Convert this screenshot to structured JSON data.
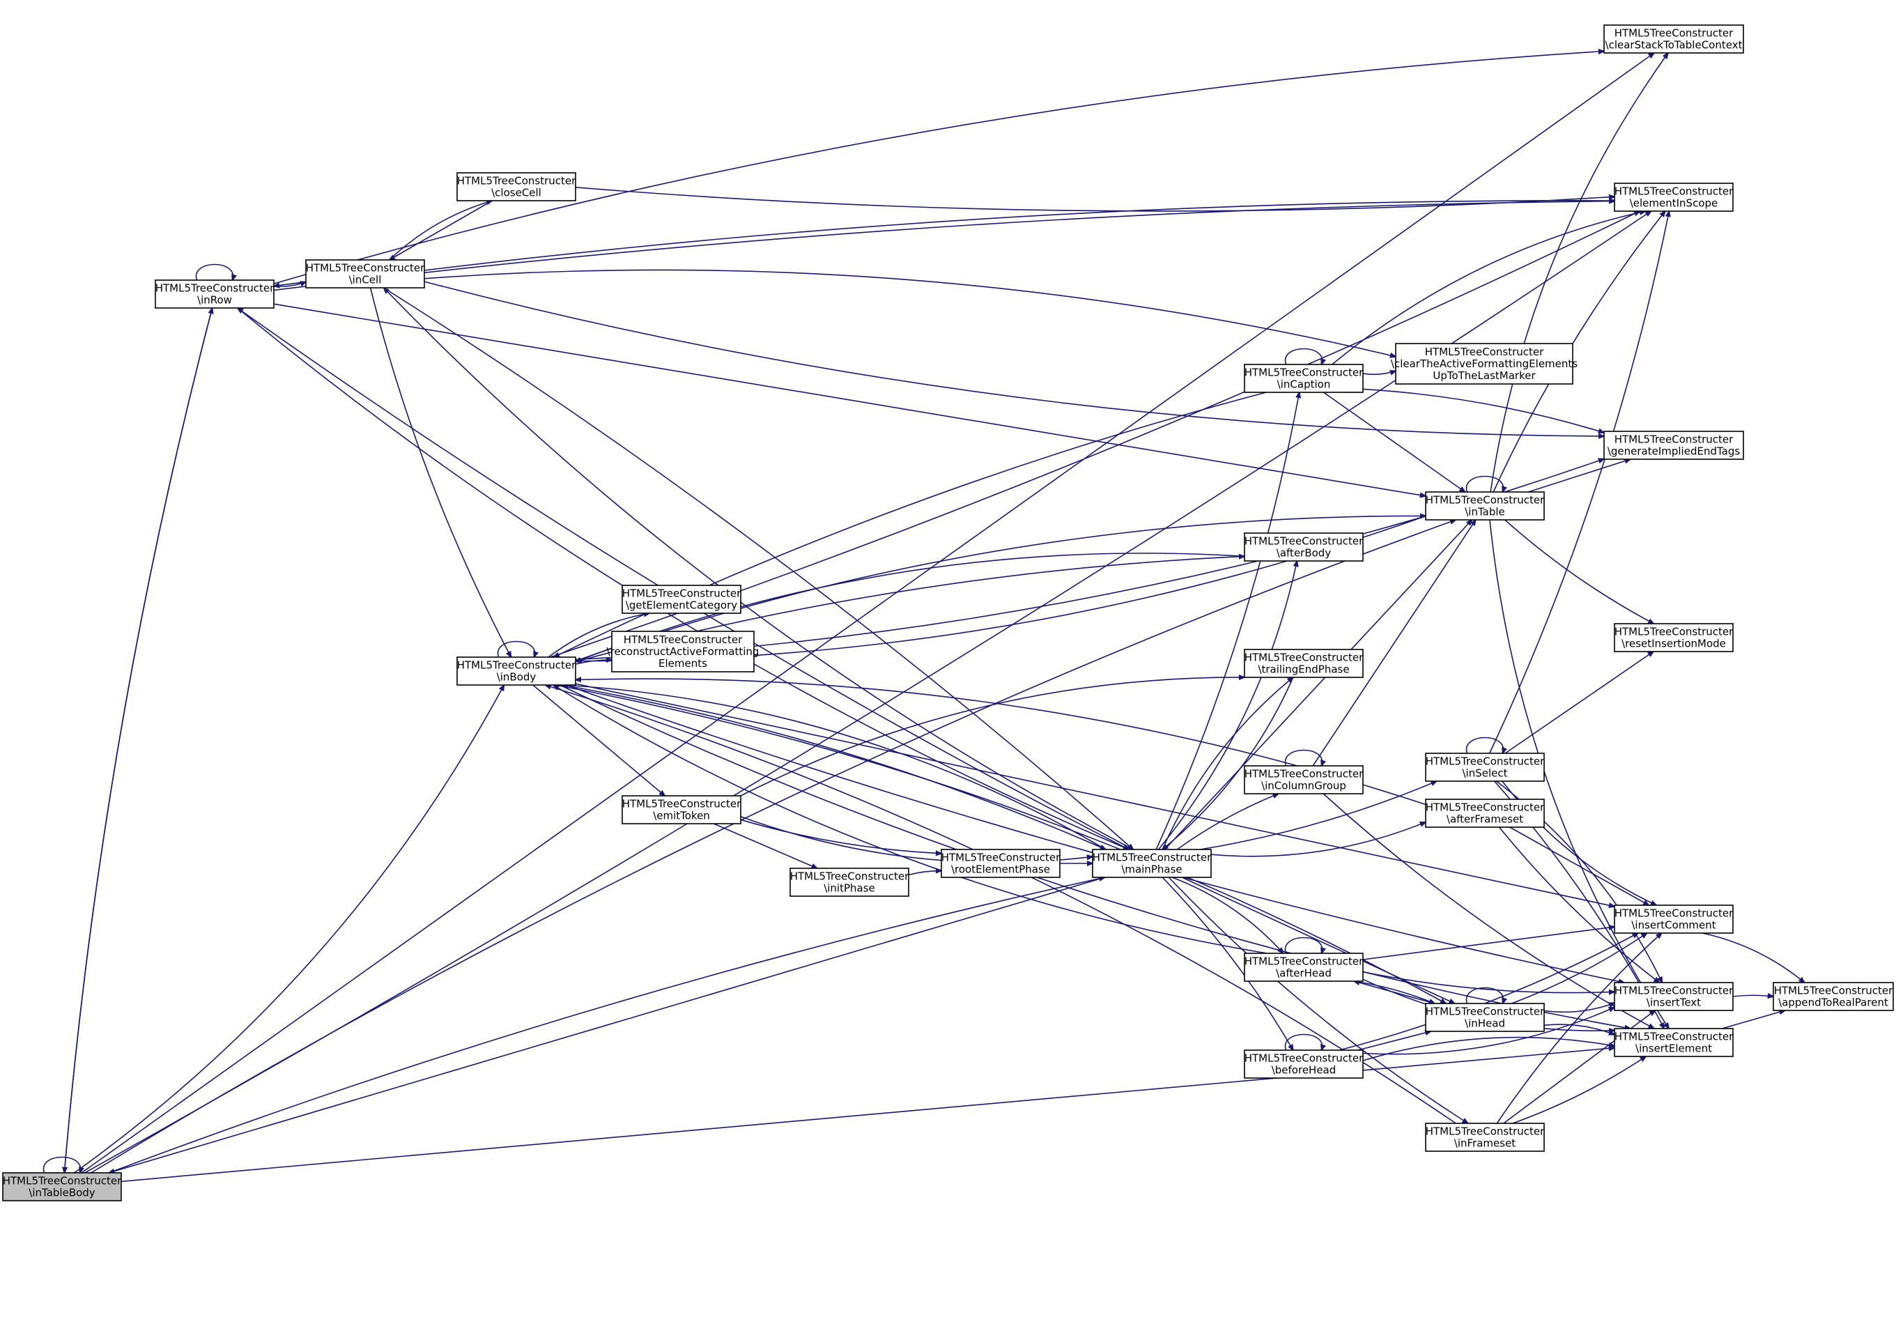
{
  "diagram": {
    "colors": {
      "edge": "#191970",
      "node_border": "#000000",
      "node_fill": "#ffffff",
      "highlight_fill": "#bfbfbf"
    },
    "nodes": [
      {
        "id": "inTableBody",
        "line1": "HTML5TreeConstructer",
        "line2": "\\inTableBody",
        "highlight": true
      },
      {
        "id": "inRow",
        "line1": "HTML5TreeConstructer",
        "line2": "\\inRow"
      },
      {
        "id": "inCell",
        "line1": "HTML5TreeConstructer",
        "line2": "\\inCell"
      },
      {
        "id": "closeCell",
        "line1": "HTML5TreeConstructer",
        "line2": "\\closeCell"
      },
      {
        "id": "inBody",
        "line1": "HTML5TreeConstructer",
        "line2": "\\inBody"
      },
      {
        "id": "getElementCategory",
        "line1": "HTML5TreeConstructer",
        "line2": "\\getElementCategory"
      },
      {
        "id": "reconstructActiveFormattingElements",
        "line1": "HTML5TreeConstructer",
        "line2": "\\reconstructActiveFormatting",
        "line3": "Elements"
      },
      {
        "id": "emitToken",
        "line1": "HTML5TreeConstructer",
        "line2": "\\emitToken"
      },
      {
        "id": "initPhase",
        "line1": "HTML5TreeConstructer",
        "line2": "\\initPhase"
      },
      {
        "id": "rootElementPhase",
        "line1": "HTML5TreeConstructer",
        "line2": "\\rootElementPhase"
      },
      {
        "id": "mainPhase",
        "line1": "HTML5TreeConstructer",
        "line2": "\\mainPhase"
      },
      {
        "id": "inCaption",
        "line1": "HTML5TreeConstructer",
        "line2": "\\inCaption"
      },
      {
        "id": "afterBody",
        "line1": "HTML5TreeConstructer",
        "line2": "\\afterBody"
      },
      {
        "id": "trailingEndPhase",
        "line1": "HTML5TreeConstructer",
        "line2": "\\trailingEndPhase"
      },
      {
        "id": "inColumnGroup",
        "line1": "HTML5TreeConstructer",
        "line2": "\\inColumnGroup"
      },
      {
        "id": "afterHead",
        "line1": "HTML5TreeConstructer",
        "line2": "\\afterHead"
      },
      {
        "id": "beforeHead",
        "line1": "HTML5TreeConstructer",
        "line2": "\\beforeHead"
      },
      {
        "id": "clearTheActiveFormattingElementsUpToTheLastMarker",
        "line1": "HTML5TreeConstructer",
        "line2": "\\clearTheActiveFormattingElements",
        "line3": "UpToTheLastMarker"
      },
      {
        "id": "inTable",
        "line1": "HTML5TreeConstructer",
        "line2": "\\inTable"
      },
      {
        "id": "inSelect",
        "line1": "HTML5TreeConstructer",
        "line2": "\\inSelect"
      },
      {
        "id": "afterFrameset",
        "line1": "HTML5TreeConstructer",
        "line2": "\\afterFrameset"
      },
      {
        "id": "inHead",
        "line1": "HTML5TreeConstructer",
        "line2": "\\inHead"
      },
      {
        "id": "inFrameset",
        "line1": "HTML5TreeConstructer",
        "line2": "\\inFrameset"
      },
      {
        "id": "clearStackToTableContext",
        "line1": "HTML5TreeConstructer",
        "line2": "\\clearStackToTableContext"
      },
      {
        "id": "elementInScope",
        "line1": "HTML5TreeConstructer",
        "line2": "\\elementInScope"
      },
      {
        "id": "generateImpliedEndTags",
        "line1": "HTML5TreeConstructer",
        "line2": "\\generateImpliedEndTags"
      },
      {
        "id": "resetInsertionMode",
        "line1": "HTML5TreeConstructer",
        "line2": "\\resetInsertionMode"
      },
      {
        "id": "insertComment",
        "line1": "HTML5TreeConstructer",
        "line2": "\\insertComment"
      },
      {
        "id": "insertText",
        "line1": "HTML5TreeConstructer",
        "line2": "\\insertText"
      },
      {
        "id": "insertElement",
        "line1": "HTML5TreeConstructer",
        "line2": "\\insertElement"
      },
      {
        "id": "appendToRealParent",
        "line1": "HTML5TreeConstructer",
        "line2": "\\appendToRealParent"
      }
    ],
    "edges": [
      [
        "inTableBody",
        "inTableBody"
      ],
      [
        "inTableBody",
        "inRow"
      ],
      [
        "inTableBody",
        "clearStackToTableContext"
      ],
      [
        "inTableBody",
        "elementInScope"
      ],
      [
        "inTableBody",
        "inBody"
      ],
      [
        "inTableBody",
        "inTable"
      ],
      [
        "inTableBody",
        "mainPhase"
      ],
      [
        "inTableBody",
        "insertElement"
      ],
      [
        "inRow",
        "inRow"
      ],
      [
        "inRow",
        "inCell"
      ],
      [
        "inRow",
        "clearStackToTableContext"
      ],
      [
        "inRow",
        "elementInScope"
      ],
      [
        "inRow",
        "inTable"
      ],
      [
        "inRow",
        "inTableBody"
      ],
      [
        "inRow",
        "mainPhase"
      ],
      [
        "inCell",
        "closeCell"
      ],
      [
        "inCell",
        "elementInScope"
      ],
      [
        "inCell",
        "inRow"
      ],
      [
        "inCell",
        "inBody"
      ],
      [
        "inCell",
        "generateImpliedEndTags"
      ],
      [
        "inCell",
        "clearTheActiveFormattingElementsUpToTheLastMarker"
      ],
      [
        "inCell",
        "mainPhase"
      ],
      [
        "closeCell",
        "inCell"
      ],
      [
        "closeCell",
        "elementInScope"
      ],
      [
        "inBody",
        "inBody"
      ],
      [
        "inBody",
        "getElementCategory"
      ],
      [
        "inBody",
        "reconstructActiveFormattingElements"
      ],
      [
        "inBody",
        "emitToken"
      ],
      [
        "inBody",
        "elementInScope"
      ],
      [
        "inBody",
        "generateImpliedEndTags"
      ],
      [
        "inBody",
        "inTable"
      ],
      [
        "inBody",
        "afterBody"
      ],
      [
        "inBody",
        "insertComment"
      ],
      [
        "inBody",
        "insertText"
      ],
      [
        "inBody",
        "insertElement"
      ],
      [
        "inBody",
        "inHead"
      ],
      [
        "inBody",
        "mainPhase"
      ],
      [
        "emitToken",
        "initPhase"
      ],
      [
        "emitToken",
        "rootElementPhase"
      ],
      [
        "emitToken",
        "mainPhase"
      ],
      [
        "emitToken",
        "trailingEndPhase"
      ],
      [
        "initPhase",
        "rootElementPhase"
      ],
      [
        "rootElementPhase",
        "mainPhase"
      ],
      [
        "mainPhase",
        "inCaption"
      ],
      [
        "mainPhase",
        "afterBody"
      ],
      [
        "mainPhase",
        "trailingEndPhase"
      ],
      [
        "mainPhase",
        "inColumnGroup"
      ],
      [
        "mainPhase",
        "inTable"
      ],
      [
        "mainPhase",
        "inSelect"
      ],
      [
        "mainPhase",
        "afterFrameset"
      ],
      [
        "mainPhase",
        "afterHead"
      ],
      [
        "mainPhase",
        "beforeHead"
      ],
      [
        "mainPhase",
        "inHead"
      ],
      [
        "mainPhase",
        "inFrameset"
      ],
      [
        "mainPhase",
        "inBody"
      ],
      [
        "mainPhase",
        "inCell"
      ],
      [
        "mainPhase",
        "inRow"
      ],
      [
        "mainPhase",
        "inTableBody"
      ],
      [
        "inCaption",
        "inCaption"
      ],
      [
        "inCaption",
        "clearTheActiveFormattingElementsUpToTheLastMarker"
      ],
      [
        "inCaption",
        "elementInScope"
      ],
      [
        "inCaption",
        "generateImpliedEndTags"
      ],
      [
        "inCaption",
        "inTable"
      ],
      [
        "inCaption",
        "inBody"
      ],
      [
        "afterBody",
        "inBody"
      ],
      [
        "trailingEndPhase",
        "mainPhase"
      ],
      [
        "inColumnGroup",
        "inColumnGroup"
      ],
      [
        "inColumnGroup",
        "inTable"
      ],
      [
        "inColumnGroup",
        "insertElement"
      ],
      [
        "inTable",
        "inTable"
      ],
      [
        "inTable",
        "clearStackToTableContext"
      ],
      [
        "inTable",
        "elementInScope"
      ],
      [
        "inTable",
        "generateImpliedEndTags"
      ],
      [
        "inTable",
        "resetInsertionMode"
      ],
      [
        "inTable",
        "insertElement"
      ],
      [
        "inTable",
        "inBody"
      ],
      [
        "inSelect",
        "inSelect"
      ],
      [
        "inSelect",
        "resetInsertionMode"
      ],
      [
        "inSelect",
        "elementInScope"
      ],
      [
        "inSelect",
        "insertComment"
      ],
      [
        "inSelect",
        "insertText"
      ],
      [
        "inSelect",
        "insertElement"
      ],
      [
        "afterFrameset",
        "insertComment"
      ],
      [
        "afterFrameset",
        "insertText"
      ],
      [
        "afterFrameset",
        "inBody"
      ],
      [
        "afterHead",
        "afterHead"
      ],
      [
        "afterHead",
        "inHead"
      ],
      [
        "afterHead",
        "insertComment"
      ],
      [
        "afterHead",
        "insertText"
      ],
      [
        "afterHead",
        "insertElement"
      ],
      [
        "afterHead",
        "inBody"
      ],
      [
        "beforeHead",
        "beforeHead"
      ],
      [
        "beforeHead",
        "inHead"
      ],
      [
        "beforeHead",
        "insertComment"
      ],
      [
        "beforeHead",
        "insertText"
      ],
      [
        "beforeHead",
        "insertElement"
      ],
      [
        "inHead",
        "inHead"
      ],
      [
        "inHead",
        "afterHead"
      ],
      [
        "inHead",
        "insertComment"
      ],
      [
        "inHead",
        "insertText"
      ],
      [
        "inHead",
        "insertElement"
      ],
      [
        "inFrameset",
        "insertComment"
      ],
      [
        "inFrameset",
        "insertText"
      ],
      [
        "inFrameset",
        "insertElement"
      ],
      [
        "inFrameset",
        "inBody"
      ],
      [
        "insertComment",
        "appendToRealParent"
      ],
      [
        "insertText",
        "appendToRealParent"
      ],
      [
        "insertElement",
        "appendToRealParent"
      ]
    ]
  }
}
